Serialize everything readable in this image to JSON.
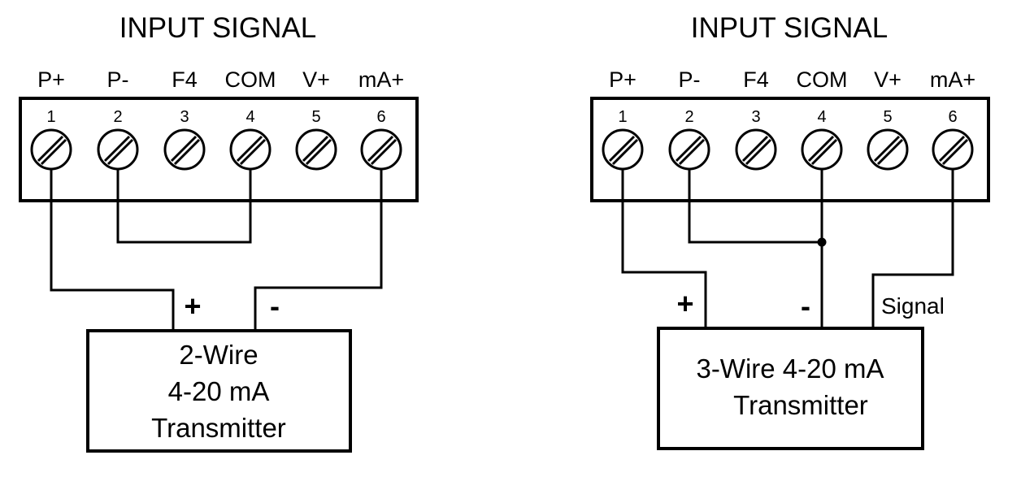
{
  "left": {
    "title": "INPUT SIGNAL",
    "terminals": [
      {
        "label": "P+",
        "num": "1"
      },
      {
        "label": "P-",
        "num": "2"
      },
      {
        "label": "F4",
        "num": "3"
      },
      {
        "label": "COM",
        "num": "4"
      },
      {
        "label": "V+",
        "num": "5"
      },
      {
        "label": "mA+",
        "num": "6"
      }
    ],
    "plus_sign": "+",
    "minus_sign": "-",
    "transmitter_lines": [
      "2-Wire",
      "4-20 mA",
      "Transmitter"
    ]
  },
  "right": {
    "title": "INPUT SIGNAL",
    "terminals": [
      {
        "label": "P+",
        "num": "1"
      },
      {
        "label": "P-",
        "num": "2"
      },
      {
        "label": "F4",
        "num": "3"
      },
      {
        "label": "COM",
        "num": "4"
      },
      {
        "label": "V+",
        "num": "5"
      },
      {
        "label": "mA+",
        "num": "6"
      }
    ],
    "plus_sign": "+",
    "minus_sign": "-",
    "signal_label": "Signal",
    "transmitter_lines": [
      "3-Wire 4-20 mA",
      "Transmitter"
    ]
  }
}
